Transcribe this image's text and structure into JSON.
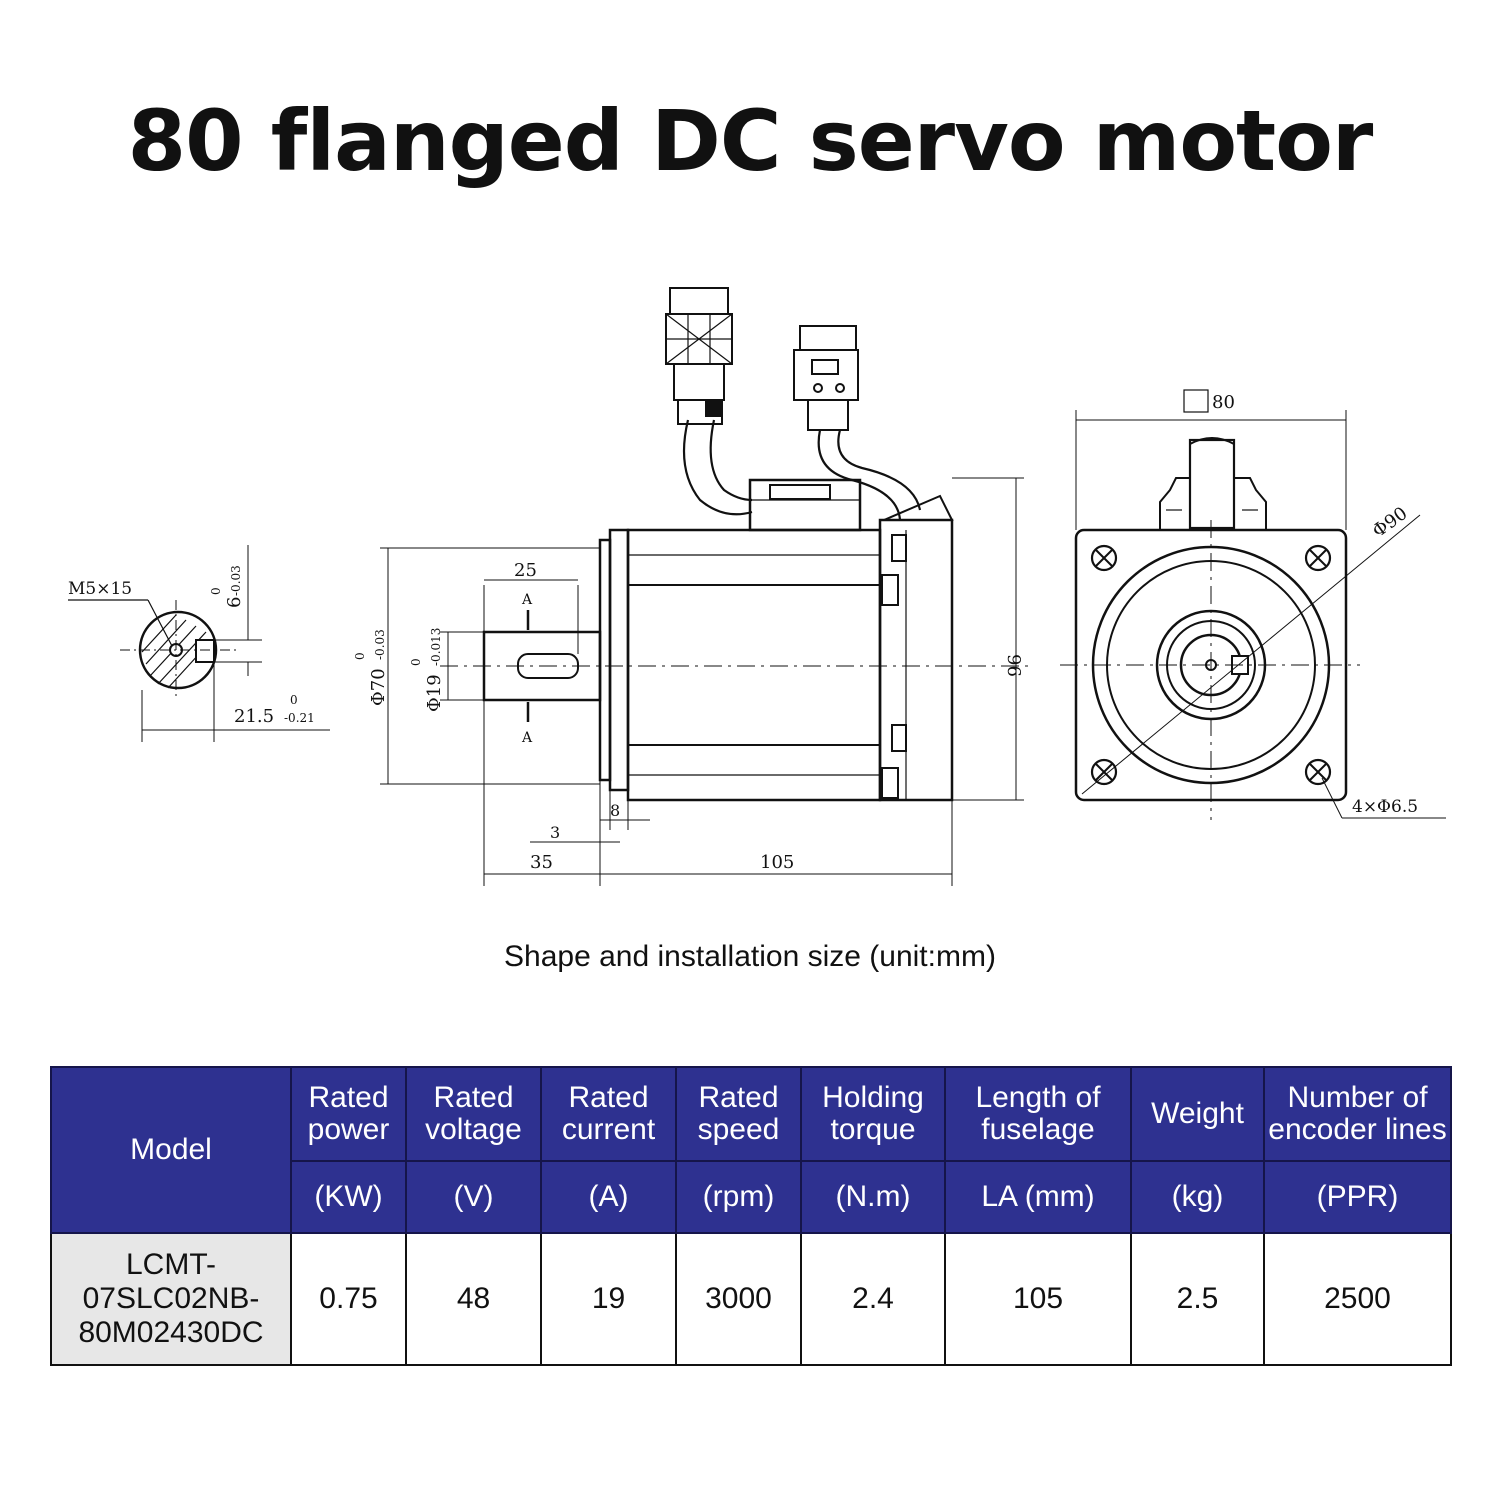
{
  "title": "80 flanged DC servo motor",
  "drawing": {
    "side_view": {
      "thread_label": "M5×15",
      "key_width": "6",
      "key_width_tol_upper": "0",
      "key_width_tol_lower": "-0.03",
      "key_depth": "21.5",
      "key_depth_tol_upper": "0",
      "key_depth_tol_lower": "-0.21"
    },
    "front_view": {
      "key_length": "25",
      "section_mark": "A",
      "flange_diameter": "Φ70",
      "flange_tol_upper": "0",
      "flange_tol_lower": "-0.03",
      "shaft_diameter": "Φ19",
      "shaft_tol_upper": "0",
      "shaft_tol_lower": "-0.013",
      "height": "96",
      "flange_thickness": "8",
      "shaft_step": "3",
      "shaft_length": "35",
      "body_length": "105"
    },
    "end_view": {
      "square_size": "80",
      "pcd": "Φ90",
      "hole_spec": "4×Φ6.5"
    }
  },
  "caption": "Shape and installation size (unit:mm)",
  "table": {
    "model_header": "Model",
    "headers": [
      {
        "label": "Rated power",
        "unit": "(KW)"
      },
      {
        "label": "Rated voltage",
        "unit": "(V)"
      },
      {
        "label": "Rated current",
        "unit": "(A)"
      },
      {
        "label": "Rated speed",
        "unit": "(rpm)"
      },
      {
        "label": "Holding torque",
        "unit": "(N.m)"
      },
      {
        "label": "Length of fuselage",
        "unit": "LA (mm)"
      },
      {
        "label": "Weight",
        "unit": "(kg)"
      },
      {
        "label": "Number of encoder lines",
        "unit": "(PPR)"
      }
    ],
    "row": {
      "model_line1": "LCMT-",
      "model_line2": "07SLC02NB-",
      "model_line3": "80M02430DC",
      "values": [
        "0.75",
        "48",
        "19",
        "3000",
        "2.4",
        "105",
        "2.5",
        "2500"
      ]
    }
  },
  "colors": {
    "header_bg": "#2e3190",
    "header_text": "#ffffff",
    "model_cell_bg": "#e7e7e7",
    "line": "#111111"
  }
}
